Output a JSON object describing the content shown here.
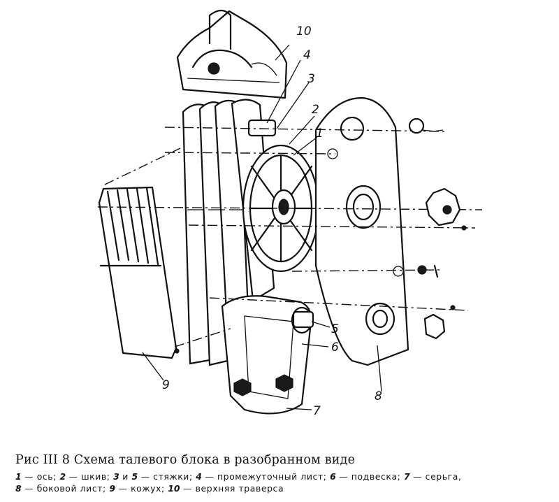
{
  "figure": {
    "callouts": [
      "1",
      "2",
      "3",
      "4",
      "5",
      "6",
      "7",
      "8",
      "9",
      "10"
    ]
  },
  "caption": {
    "title": "Рис III 8 Схема талевого блока в разобранном виде",
    "legend_line1": [
      {
        "num": "1",
        "text": " — ось; "
      },
      {
        "num": "2",
        "text": " — шкив; "
      },
      {
        "num": "3",
        "text": " и "
      },
      {
        "num": "5",
        "text": " — стяжки; "
      },
      {
        "num": "4",
        "text": " — промежуточный лист; "
      },
      {
        "num": "6",
        "text": " — подвеска; "
      },
      {
        "num": "7",
        "text": " — серьга,"
      }
    ],
    "legend_line2": [
      {
        "num": "8",
        "text": " — боковой лист; "
      },
      {
        "num": "9",
        "text": " — кожух; "
      },
      {
        "num": "10",
        "text": " — верхняя траверса"
      }
    ]
  }
}
